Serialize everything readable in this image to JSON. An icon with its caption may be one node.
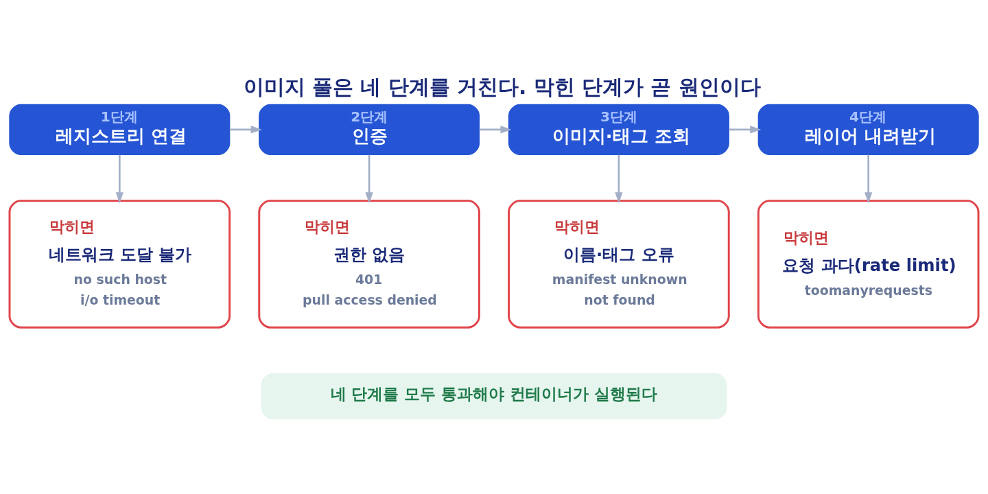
{
  "diagram": {
    "title": "이미지 풀은 네 단계를 거친다. 막힌 단계가 곧 원인이다",
    "nodes": [
      {
        "text": [
          "1단계",
          "레지스트리 연결"
        ]
      },
      {
        "text": [
          "2단계",
          "인증"
        ]
      },
      {
        "text": [
          "3단계",
          "이미지·태그 조회"
        ]
      },
      {
        "text": [
          "4단계",
          "레이어 내려받기"
        ]
      },
      {
        "text": [
          "막히면",
          "네트워크 도달 불가",
          "no such host",
          "i/o timeout"
        ]
      },
      {
        "text": [
          "막히면",
          "권한 없음",
          "401",
          "pull access denied"
        ]
      },
      {
        "text": [
          "막히면",
          "이름·태그 오류",
          "manifest unknown",
          "not found"
        ]
      },
      {
        "text": [
          "막히면",
          "요청 과다(rate limit)",
          "toomanyrequests"
        ]
      },
      {
        "text": [
          "네 단계를 모두 통과해야 컨테이너가 실행된다"
        ]
      }
    ],
    "edges": [
      {
        "from": 0,
        "to": 1,
        "arrow": "to"
      },
      {
        "from": 1,
        "to": 2,
        "arrow": "to"
      },
      {
        "from": 2,
        "to": 3,
        "arrow": "to"
      },
      {
        "from": 0,
        "to": 4,
        "arrow": "to"
      },
      {
        "from": 1,
        "to": 5,
        "arrow": "to"
      },
      {
        "from": 2,
        "to": 6,
        "arrow": "to"
      },
      {
        "from": 3,
        "to": 7,
        "arrow": "to"
      }
    ]
  }
}
